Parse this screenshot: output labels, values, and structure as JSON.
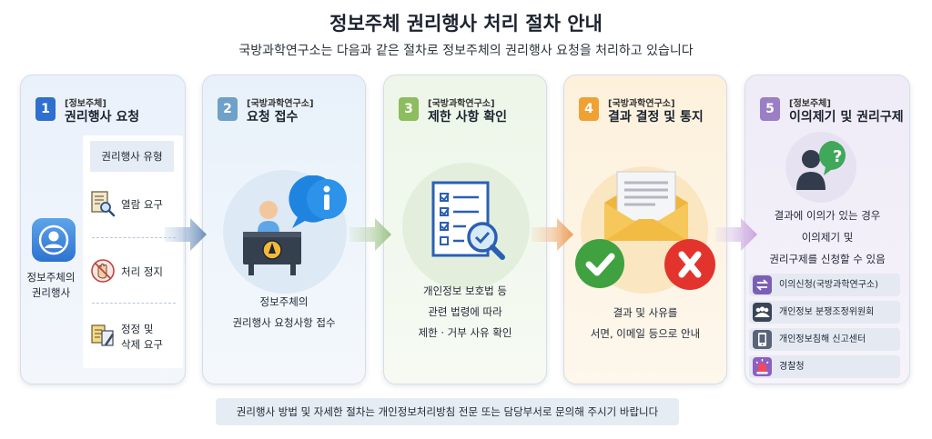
{
  "title": "정보주체 권리행사 처리 절차 안내",
  "subtitle": "국방과학연구소는 다음과 같은 절차로 정보주체의 권리행사 요청을 처리하고 있습니다",
  "steps": [
    {
      "number": "1",
      "who": "[정보주체]",
      "stage": "권리행사 요청",
      "subject_label": "정보주체의\n권리행사",
      "types_title": "권리행사 유형",
      "types": [
        "열람 요구",
        "처리 정지",
        "정정 및\n삭제 요구"
      ]
    },
    {
      "number": "2",
      "who": "[국방과학연구소]",
      "stage": "요청 접수",
      "desc": "정보주체의\n권리행사 요청사항 접수"
    },
    {
      "number": "3",
      "who": "[국방과학연구소]",
      "stage": "제한 사항 확인",
      "desc": "개인정보 보호법 등\n관련 법령에 따라\n제한 · 거부 사유 확인"
    },
    {
      "number": "4",
      "who": "[국방과학연구소]",
      "stage": "결과 결정 및 통지",
      "desc": "결과 및 사유를\n서면, 이메일 등으로 안내"
    },
    {
      "number": "5",
      "who": "[정보주체]",
      "stage": "이의제기 및 권리구제",
      "desc": "결과에 이의가 있는 경우\n이의제기 및\n권리구제를 신청할 수 있음",
      "remedies": [
        {
          "label": "이의신청(국방과학연구소)",
          "icon": "exchange-icon",
          "color": "#7c5fb5"
        },
        {
          "label": "개인정보 분쟁조정위원회",
          "icon": "people-icon",
          "color": "#3a4558"
        },
        {
          "label": "개인정보침해 신고센터",
          "icon": "phone-icon",
          "color": "#5a6478"
        },
        {
          "label": "경찰청",
          "icon": "siren-icon",
          "color": "#8d5fc2"
        }
      ]
    }
  ],
  "footer": "권리행사 방법 및 자세한 절차는 개인정보처리방침 전문 또는 담당부서로 문의해 주시기 바랍니다",
  "colors": {
    "step1": "#2f6fd0",
    "step2": "#6fa0c8",
    "step3": "#8dbd5e",
    "step4": "#f0a133",
    "step5": "#9a7fc6",
    "approve": "#3fa13f",
    "reject": "#e2342d"
  }
}
